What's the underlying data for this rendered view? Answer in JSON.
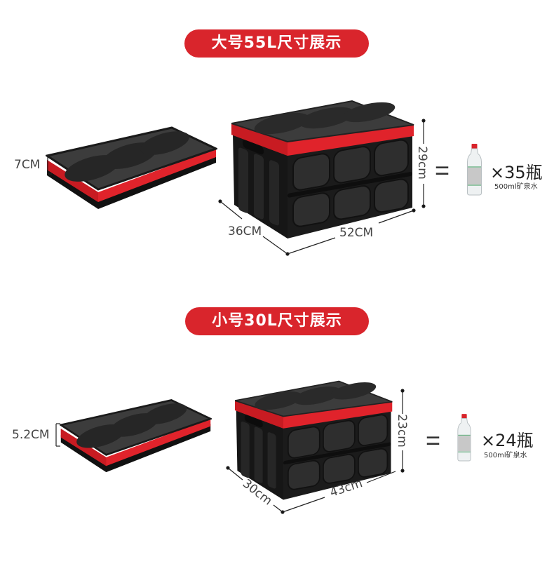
{
  "colors": {
    "accent": "#d9252c",
    "box_body": "#1a1a1a",
    "box_band": "#e0232b",
    "lid": "#3a3a3a"
  },
  "large": {
    "title": "大号55L尺寸展示",
    "folded_height": "7CM",
    "height": "29cm",
    "depth": "36CM",
    "width": "52CM",
    "equals": "=",
    "bottle_count": "×35瓶",
    "bottle_desc": "500ml矿泉水"
  },
  "small": {
    "title": "小号30L尺寸展示",
    "folded_height": "5.2CM",
    "height": "23cm",
    "depth": "30cm",
    "width": "43cm",
    "equals": "=",
    "bottle_count": "×24瓶",
    "bottle_desc": "500ml矿泉水"
  },
  "icons": {
    "bottle": "water-bottle-icon",
    "folded_box": "folded-storage-box",
    "open_box": "storage-box"
  }
}
